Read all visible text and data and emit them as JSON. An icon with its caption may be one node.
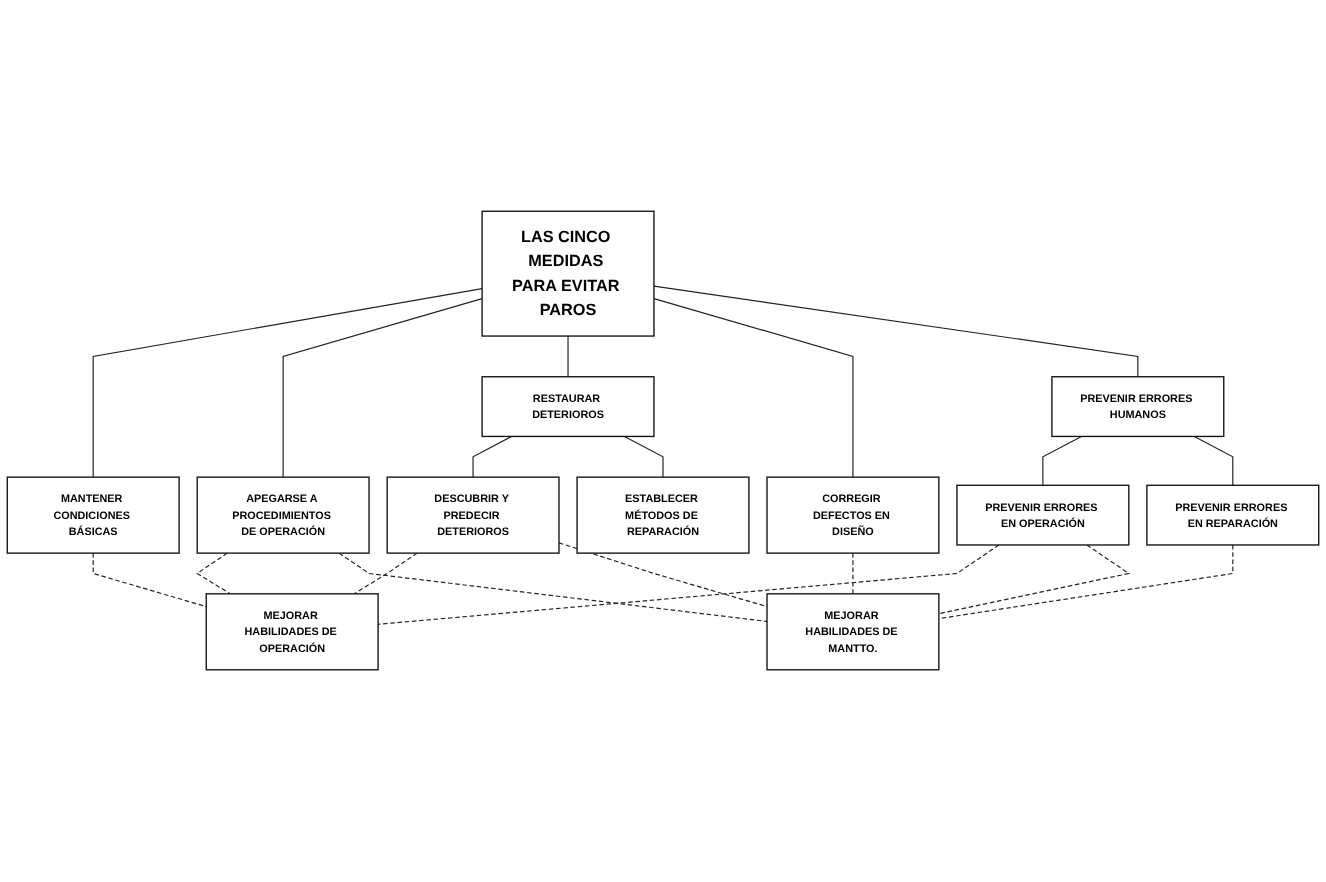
{
  "diagram": {
    "nodes": [
      {
        "text": [
          "LAS CINCO MEDIDAS PARA EVITAR PAROS"
        ]
      },
      {
        "text": [
          "MANTENER CONDICIONES BÁSICAS"
        ]
      },
      {
        "text": [
          "APEGARSE A PROCEDIMIENTOS DE OPERACIÓN"
        ]
      },
      {
        "text": [
          "RESTAURAR DETERIOROS"
        ]
      },
      {
        "text": [
          "CORREGIR DEFECTOS EN DISEÑO"
        ]
      },
      {
        "text": [
          "PREVENIR ERRORES HUMANOS"
        ]
      },
      {
        "text": [
          "DESCUBRIR Y PREDECIR DETERIOROS"
        ]
      },
      {
        "text": [
          "ESTABLECER MÉTODOS DE REPARACIÓN"
        ]
      },
      {
        "text": [
          "PREVENIR ERRORES EN OPERACIÓN"
        ]
      },
      {
        "text": [
          "PREVENIR ERRORES EN REPARACIÓN"
        ]
      },
      {
        "text": [
          "MEJORAR HABILIDADES DE OPERACIÓN"
        ]
      },
      {
        "text": [
          "MEJORAR HABILIDADES DE MANTTO."
        ]
      }
    ],
    "edges": [
      {
        "from": 0,
        "to": 1,
        "arrow": "none"
      },
      {
        "from": 0,
        "to": 2,
        "arrow": "none"
      },
      {
        "from": 0,
        "to": 3,
        "arrow": "none"
      },
      {
        "from": 0,
        "to": 4,
        "arrow": "none"
      },
      {
        "from": 0,
        "to": 5,
        "arrow": "none"
      },
      {
        "from": 3,
        "to": 6,
        "arrow": "none"
      },
      {
        "from": 3,
        "to": 7,
        "arrow": "none"
      },
      {
        "from": 5,
        "to": 8,
        "arrow": "none"
      },
      {
        "from": 5,
        "to": 9,
        "arrow": "none"
      },
      {
        "from": 1,
        "to": 10,
        "arrow": "none",
        "style": "dashed"
      },
      {
        "from": 2,
        "to": 10,
        "arrow": "none",
        "style": "dashed"
      },
      {
        "from": 2,
        "to": 11,
        "arrow": "none",
        "style": "dashed"
      },
      {
        "from": 6,
        "to": 10,
        "arrow": "none",
        "style": "dashed"
      },
      {
        "from": 6,
        "to": 11,
        "arrow": "none",
        "style": "dashed"
      },
      {
        "from": 4,
        "to": 11,
        "arrow": "none",
        "style": "dashed"
      },
      {
        "from": 8,
        "to": 10,
        "arrow": "none",
        "style": "dashed"
      },
      {
        "from": 8,
        "to": 11,
        "arrow": "none",
        "style": "dashed"
      },
      {
        "from": 9,
        "to": 11,
        "arrow": "none",
        "style": "dashed"
      }
    ]
  }
}
